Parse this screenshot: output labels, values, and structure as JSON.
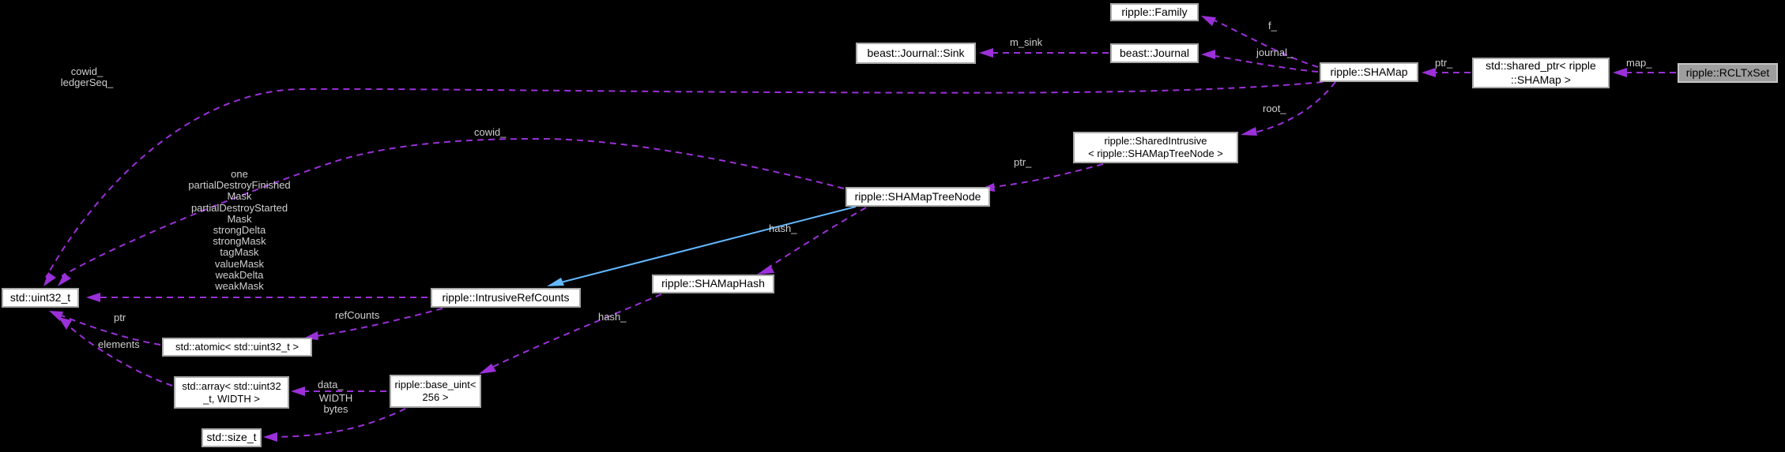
{
  "diagram": {
    "type": "doxygen-collaboration-graph",
    "background": "#000000",
    "member_edge_color": "#9b30d9",
    "inheritance_edge_color": "#63b8ff",
    "node_fill": "#ffffff",
    "node_border": "#a9a9a9",
    "node_text_color": "#000000",
    "focus_node_fill": "#9e9e9e",
    "edge_label_color": "#cfcfcf"
  },
  "nodes": {
    "family": {
      "label": "ripple::Family"
    },
    "journal_sink": {
      "label": "beast::Journal::Sink"
    },
    "journal": {
      "label": "beast::Journal"
    },
    "shamap": {
      "label": "ripple::SHAMap"
    },
    "shared_ptr": {
      "label": "std::shared_ptr< ripple\n::SHAMap >"
    },
    "rcltxset": {
      "label": "ripple::RCLTxSet"
    },
    "shared_intrusive": {
      "label": "ripple::SharedIntrusive\n< ripple::SHAMapTreeNode >"
    },
    "treenode": {
      "label": "ripple::SHAMapTreeNode"
    },
    "shamaphash": {
      "label": "ripple::SHAMapHash"
    },
    "intrusive_refcounts": {
      "label": "ripple::IntrusiveRefCounts"
    },
    "uint32": {
      "label": "std::uint32_t"
    },
    "atomic": {
      "label": "std::atomic< std::uint32_t >"
    },
    "array": {
      "label": "std::array< std::uint32\n_t, WIDTH >"
    },
    "base_uint": {
      "label": "ripple::base_uint<\n256 >"
    },
    "size_t": {
      "label": "std::size_t"
    }
  },
  "edge_labels": {
    "f": "f_",
    "journal": "journal_",
    "m_sink": "m_sink",
    "ptr_shared": "ptr_",
    "map": "map_",
    "root": "root_",
    "cowid_ledgerseq": "cowid_\nledgerSeq_",
    "cowid": "cowid_",
    "ptr_intrusive": "ptr_",
    "hash_treenode": "hash_",
    "hash_baseuint": "hash_",
    "masks": "one\npartialDestroyFinished\nMask\npartialDestroyStarted\nMask\nstrongDelta\nstrongMask\ntagMask\nvalueMask\nweakDelta\nweakMask",
    "refcounts": "refCounts",
    "ptr": "ptr",
    "elements": "elements",
    "data": "data_",
    "width_bytes": "WIDTH\nbytes"
  }
}
